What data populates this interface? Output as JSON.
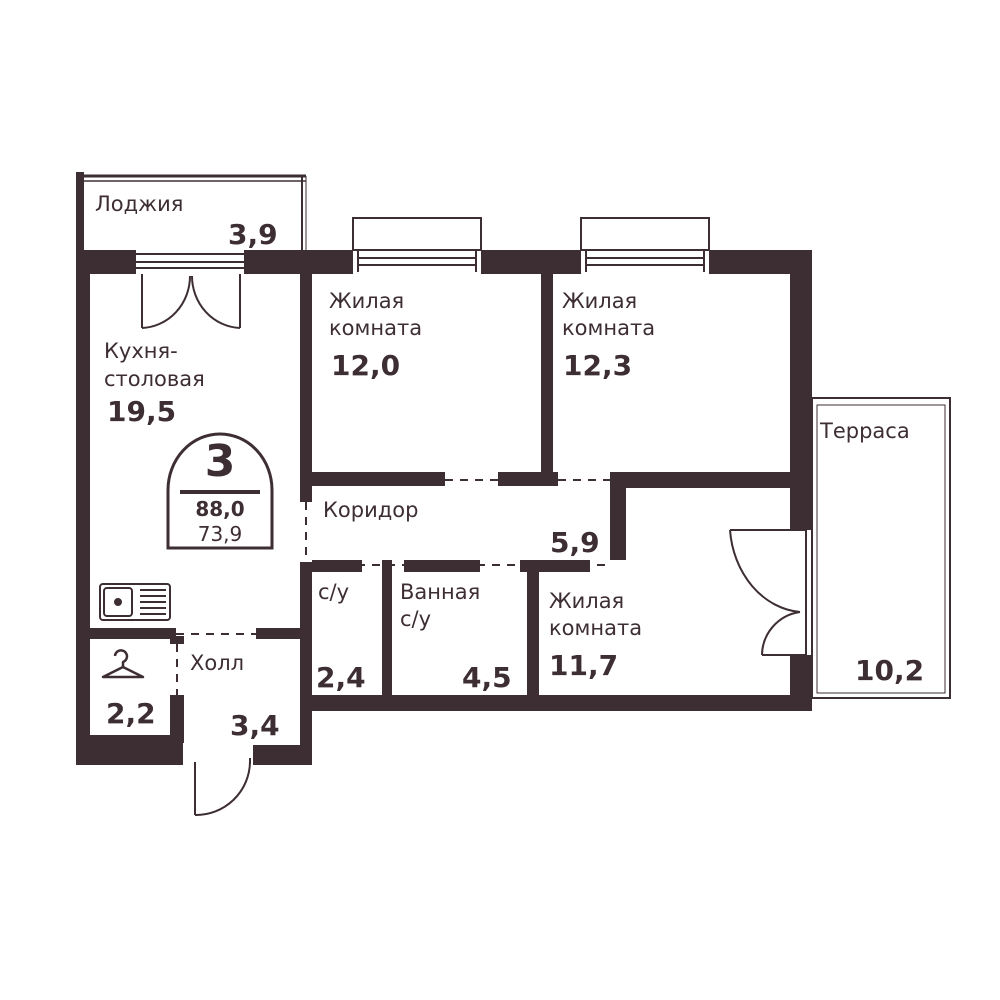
{
  "colors": {
    "wall": "#3d2e33",
    "background": "#ffffff",
    "text": "#3d2e33"
  },
  "badge": {
    "rooms": "3",
    "total_area": "88,0",
    "living_area": "73,9"
  },
  "rooms": {
    "loggia": {
      "name": "Лоджия",
      "area": "3,9"
    },
    "kitchen": {
      "name_line1": "Кухня-",
      "name_line2": "столовая",
      "area": "19,5"
    },
    "living1": {
      "name_line1": "Жилая",
      "name_line2": "комната",
      "area": "12,0"
    },
    "living2": {
      "name_line1": "Жилая",
      "name_line2": "комната",
      "area": "12,3"
    },
    "terrace": {
      "name": "Терраса",
      "area": "10,2"
    },
    "corridor": {
      "name": "Коридор",
      "area": "5,9"
    },
    "wc": {
      "name": "с/у",
      "area": "2,4"
    },
    "bathroom": {
      "name_line1": "Ванная",
      "name_line2": "с/у",
      "area": "4,5"
    },
    "living3": {
      "name_line1": "Жилая",
      "name_line2": "комната",
      "area": "11,7"
    },
    "hall": {
      "name": "Холл",
      "area": "3,4"
    },
    "wardrobe": {
      "area": "2,2"
    }
  },
  "icons": [
    "hanger-icon",
    "kitchen-sink-icon"
  ]
}
